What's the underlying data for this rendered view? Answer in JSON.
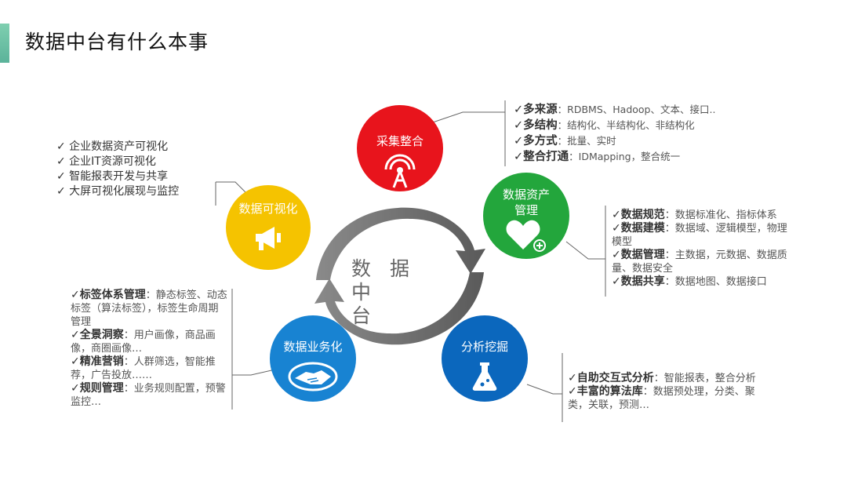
{
  "page_title": "数据中台有什么本事",
  "center": {
    "line1": "数 据 中",
    "line2": "台"
  },
  "nodes": {
    "collect": {
      "label": "采集整合",
      "color": "#e8141c",
      "icon": "signal-tower-icon"
    },
    "asset": {
      "label": "数据资产\n管理",
      "color": "#23a63c",
      "icon": "heart-plus-icon"
    },
    "visual": {
      "label": "数据可视化",
      "color": "#f5c300",
      "icon": "megaphone-icon"
    },
    "business": {
      "label": "数据业务化",
      "color": "#1883d2",
      "icon": "handshake-icon"
    },
    "analysis": {
      "label": "分析挖掘",
      "color": "#0b67bd",
      "icon": "flask-icon"
    }
  },
  "blocks": {
    "collect": [
      {
        "head": "✓多来源",
        "text": "：RDBMS、Hadoop、文本、接口.."
      },
      {
        "head": "✓多结构",
        "text": "：结构化、半结构化、非结构化"
      },
      {
        "head": "✓多方式",
        "text": "：批量、实时"
      },
      {
        "head": "✓整合打通",
        "text": "：IDMapping，整合统一"
      }
    ],
    "visual": [
      "✓ 企业数据资产可视化",
      "✓ 企业IT资源可视化",
      "✓ 智能报表开发与共享",
      "✓ 大屏可视化展现与监控"
    ],
    "asset": [
      {
        "head": "✓数据规范",
        "text": "：数据标准化、指标体系"
      },
      {
        "head": "✓数据建模",
        "text": "：数据域、逻辑模型，物理模型"
      },
      {
        "head": "✓数据管理",
        "text": "：主数据，元数据、数据质量、数据安全"
      },
      {
        "head": "✓数据共享",
        "text": "：数据地图、数据接口"
      }
    ],
    "business": [
      {
        "head": "✓标签体系管理",
        "text": "：静态标签、动态标签（算法标签），标签生命周期管理"
      },
      {
        "head": "✓全景洞察",
        "text": "：用户画像，商品画像，商圈画像…"
      },
      {
        "head": "✓精准营销",
        "text": "：人群筛选，智能推荐，广告投放……"
      },
      {
        "head": "✓规则管理",
        "text": "：业务规则配置，预警监控…"
      }
    ],
    "analysis": [
      {
        "head": "✓自助交互式分析",
        "text": "：智能报表，整合分析"
      },
      {
        "head": "✓丰富的算法库",
        "text": "：数据预处理，分类、聚类，关联，预测…"
      }
    ]
  },
  "colors": {
    "ring": "#6d6d6d",
    "connector": "#666666",
    "accent_bar": "#6cc3a4"
  }
}
